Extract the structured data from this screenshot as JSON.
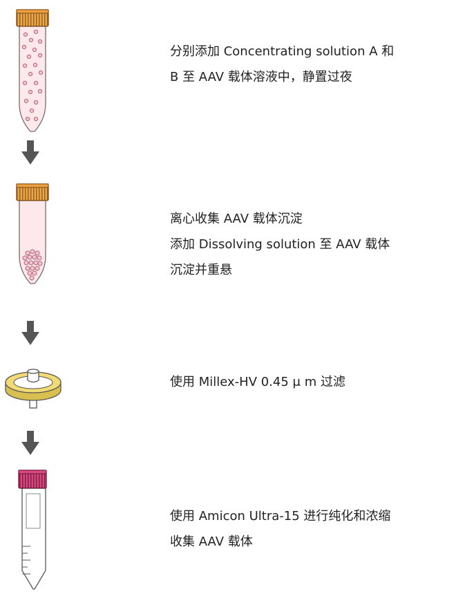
{
  "steps": [
    {
      "icon": "conical-tube-suspension-icon",
      "lines": [
        "分别添加 Concentrating  solution  A 和",
        "B 至 AAV 载体溶液中，静置过夜"
      ]
    },
    {
      "icon": "conical-tube-pellet-icon",
      "lines": [
        "离心收集 AAV 载体沉淀",
        "添加 Dissolving   solution 至 AAV 载体",
        "沉淀并重悬"
      ]
    },
    {
      "icon": "syringe-filter-icon",
      "lines": [
        "使用 Millex-HV  0.45 μ m 过滤"
      ]
    },
    {
      "icon": "concentrator-tube-icon",
      "lines": [
        "使用 Amicon Ultra-15 进行纯化和浓缩",
        "收集 AAV 载体"
      ]
    }
  ],
  "colors": {
    "arrow": "#555555",
    "tube_fill": "#fde9ec",
    "cap_orange": "#e09a3a",
    "particle": "#c07a86",
    "filter_yellow": "#f2da74",
    "cap_magenta": "#c4386c"
  }
}
